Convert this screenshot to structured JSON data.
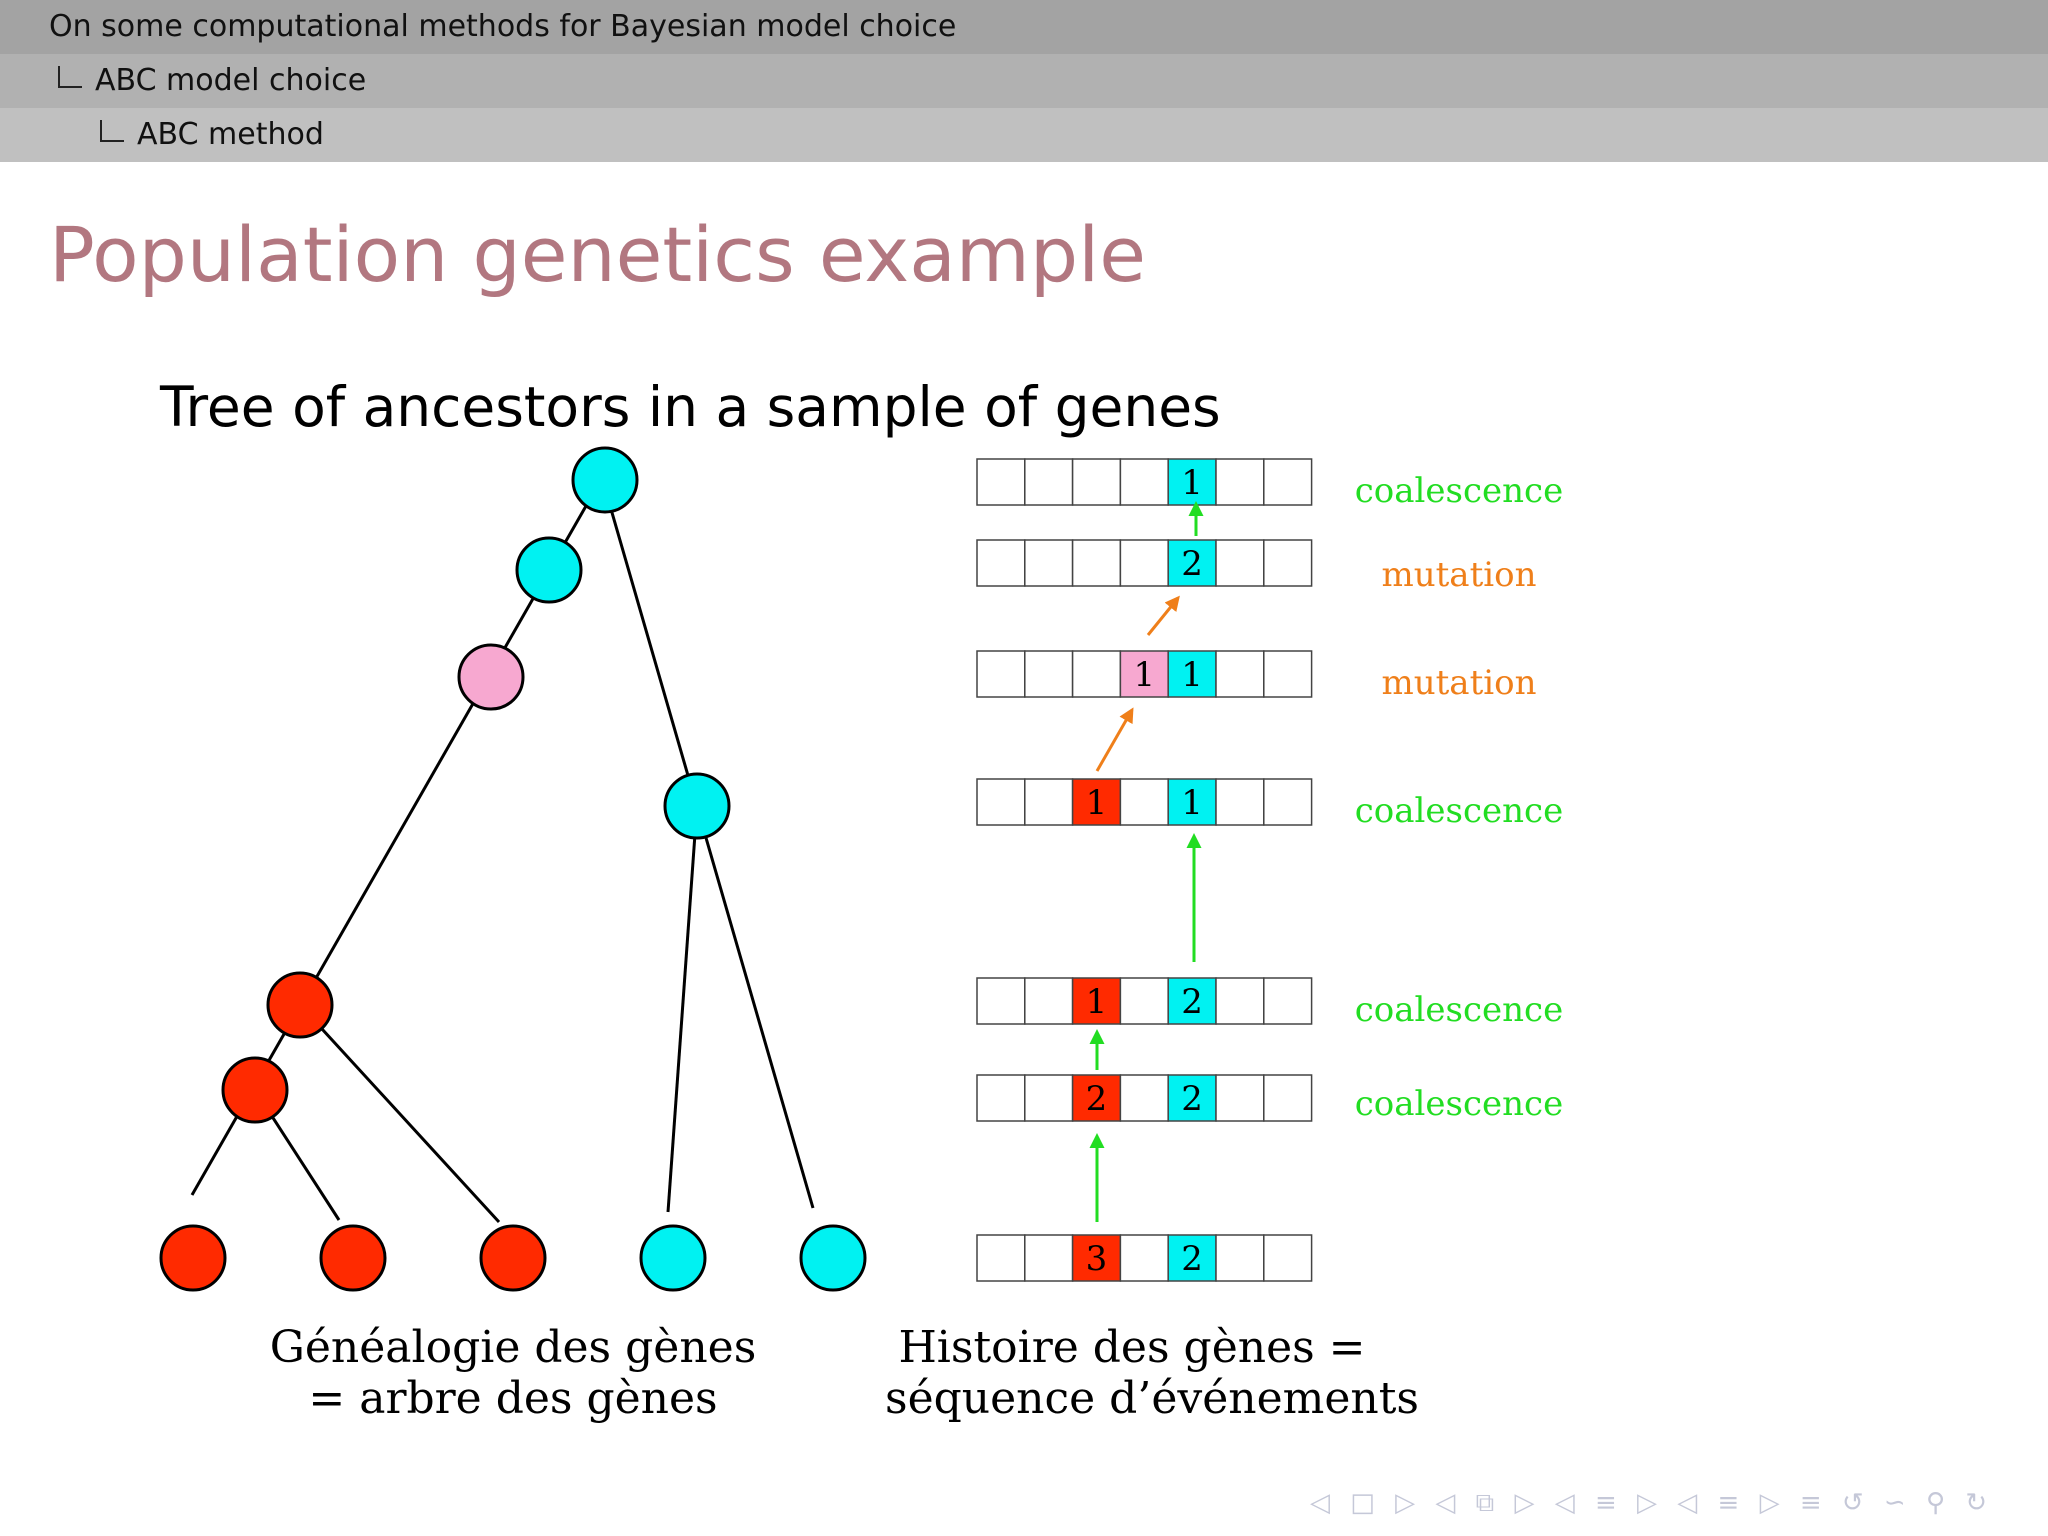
{
  "header": {
    "line1": "On some computational methods for Bayesian model choice",
    "line2": "ABC model choice",
    "line3": "ABC method"
  },
  "slide": {
    "title": "Population genetics example",
    "subtitle": "Tree of ancestors in a sample of genes"
  },
  "tree": {
    "colors": {
      "red": "#ff2a00",
      "cyan": "#00f2f2",
      "pink": "#f7a8d0"
    }
  },
  "history": {
    "rows": [
      {
        "cells": [
          {
            "col": 4,
            "label": "1",
            "color": "cyan"
          }
        ]
      },
      {
        "cells": [
          {
            "col": 4,
            "label": "2",
            "color": "cyan"
          }
        ]
      },
      {
        "cells": [
          {
            "col": 3,
            "label": "1",
            "color": "pink"
          },
          {
            "col": 4,
            "label": "1",
            "color": "cyan"
          }
        ]
      },
      {
        "cells": [
          {
            "col": 2,
            "label": "1",
            "color": "red"
          },
          {
            "col": 4,
            "label": "1",
            "color": "cyan"
          }
        ]
      },
      {
        "cells": [
          {
            "col": 2,
            "label": "1",
            "color": "red"
          },
          {
            "col": 4,
            "label": "2",
            "color": "cyan"
          }
        ]
      },
      {
        "cells": [
          {
            "col": 2,
            "label": "2",
            "color": "red"
          },
          {
            "col": 4,
            "label": "2",
            "color": "cyan"
          }
        ]
      },
      {
        "cells": [
          {
            "col": 2,
            "label": "3",
            "color": "red"
          },
          {
            "col": 4,
            "label": "2",
            "color": "cyan"
          }
        ]
      }
    ],
    "events": [
      {
        "label": "coalescence",
        "kind": "coalescence"
      },
      {
        "label": "mutation",
        "kind": "mutation"
      },
      {
        "label": "mutation",
        "kind": "mutation"
      },
      {
        "label": "coalescence",
        "kind": "coalescence"
      },
      {
        "label": "coalescence",
        "kind": "coalescence"
      },
      {
        "label": "coalescence",
        "kind": "coalescence"
      }
    ],
    "event_colors": {
      "coalescence": "#22dd22",
      "mutation": "#ef7f1a"
    }
  },
  "captions": {
    "genealogy_line1": "Généalogie des gènes",
    "genealogy_line2": "= arbre des gènes",
    "history_line1": "Histoire des gènes =",
    "history_line2": "séquence d’événements"
  },
  "nav_symbols": "◁ □ ▷ ◁ ⧉ ▷ ◁ ≡ ▷ ◁ ≡ ▷ ≡ ↺ ∽ ⚲ ↻"
}
